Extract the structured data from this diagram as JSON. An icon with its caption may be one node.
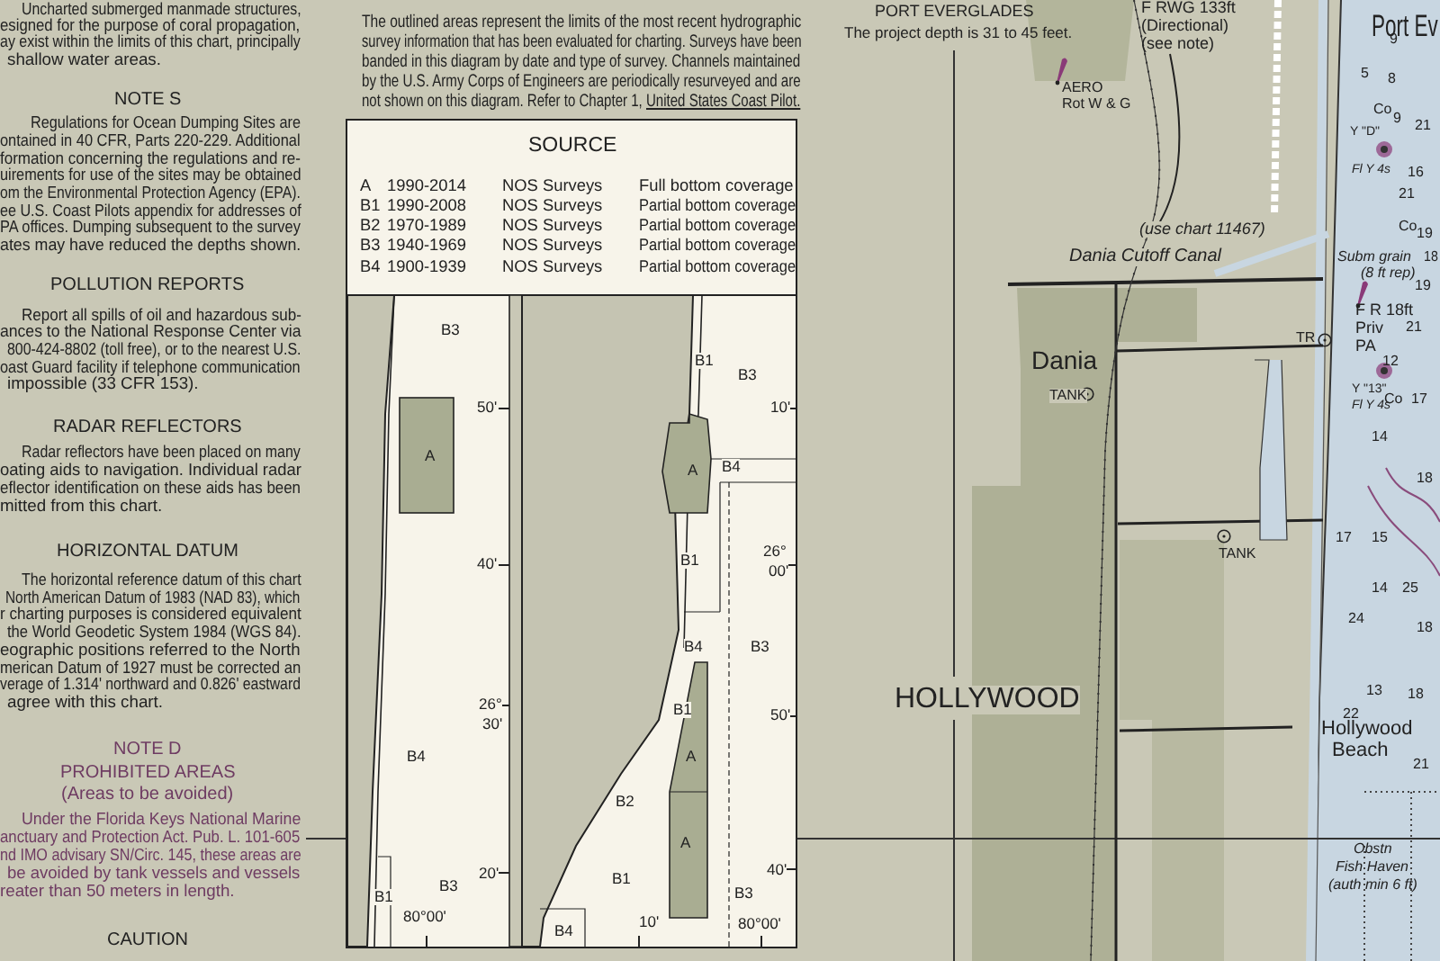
{
  "diagram": {
    "labels": [
      "Uncharted submerged manmade structures,",
      "esigned for the purpose of coral propagation,",
      "ay exist within the limits of this chart, principally",
      "shallow water areas.",
      "NOTE S",
      "Regulations for Ocean Dumping Sites are",
      "ontained in 40 CFR, Parts 220-229.  Additional",
      "formation concerning the regulations and re-",
      "uirements for use of the  sites may be obtained",
      "om the Environmental Protection Agency (EPA).",
      "ee U.S. Coast Pilots appendix for addresses of",
      "PA offices.  Dumping subsequent to the survey",
      "ates may have reduced the depths shown.",
      "POLLUTION REPORTS",
      "Report all spills of oil and hazardous sub-",
      "ances to the National Response Center via",
      "800-424-8802 (toll free), or to the nearest U.S.",
      "oast Guard facility if telephone communication",
      "impossible (33 CFR 153).",
      "RADAR REFLECTORS",
      "Radar reflectors have been placed on many",
      "oating aids to navigation.  Individual radar",
      "eflector identification on these aids has been",
      "mitted from this chart.",
      "HORIZONTAL DATUM",
      "The horizontal reference datum of this chart",
      "North American Datum of 1983 (NAD 83), which",
      "r charting purposes is considered equivalent",
      "the World Geodetic System 1984 (WGS 84).",
      "eographic positions referred to the North",
      "merican Datum of 1927 must be corrected an",
      "verage of 1.314' northward and 0.826' eastward",
      "agree with this chart.",
      "NOTE D",
      "PROHIBITED AREAS",
      "(Areas to be avoided)",
      "Under the Florida Keys National Marine",
      "anctuary and Protection Act. Pub. L. 101-605",
      "nd IMO advisary SN/Circ. 145, these areas are",
      "be avoided by tank vessels and vessels",
      "reater than 50 meters in length.",
      "CAUTION",
      "The outlined areas represent the limits of the most recent hydrographic",
      "survey information that has been evaluated for charting.  Surveys have been",
      "banded in this diagram by date and type of survey.  Channels  maintained",
      "by the U.S. Army Corps of Engineers are periodically resurveyed and are",
      "not shown on this diagram.  Refer to Chapter 1,",
      "United States Coast Pilot.",
      "SOURCE",
      "A",
      "1990-2014",
      "NOS Surveys",
      "Full bottom coverage",
      "B1",
      "1990-2008",
      "NOS Surveys",
      "Partial bottom coverage",
      "B2",
      "1970-1989",
      "NOS Surveys",
      "Partial bottom coverage",
      "B3",
      "1940-1969",
      "NOS Surveys",
      "Partial bottom coverage",
      "B4",
      "1900-1939",
      "NOS Surveys",
      "Partial bottom coverage",
      "B3",
      "A",
      "50'",
      "40'",
      "26°",
      "30'",
      "B4",
      "20'",
      "B3",
      "B1",
      "80°00'",
      "B1",
      "B3",
      "10'",
      "A",
      "B4",
      "B1",
      "26°",
      "00'",
      "B4",
      "B3",
      "B1",
      "50'",
      "A",
      "B2",
      "A",
      "B1",
      "40'",
      "B3",
      "B4",
      "10'",
      "80°00'",
      "PORT EVERGLADES",
      "The project depth is 31 to 45 feet.",
      "F RWG 133ft",
      "(Directional)",
      "(see note)",
      "AERO",
      "Rot W & G",
      "(use chart 11467)",
      "Dania  Cutoff  Canal",
      "Dania",
      "TANK",
      "TR",
      "Port Ev",
      "Subm grain",
      "(8 ft rep)",
      "F R 18ft",
      "Priv",
      "PA",
      "Y \"D\"",
      "Fl Y 4s",
      "Y \"13\"",
      "Fl Y 4s",
      "HOLLYWOOD",
      "TANK",
      "Hollywood",
      "Beach",
      "Obstn",
      "Fish Haven",
      "(auth min 6 ft)",
      "9",
      "5",
      "8",
      "Co",
      "9",
      "21",
      "16",
      "21",
      "Co",
      "19",
      "18",
      "19",
      "21",
      "12",
      "Co",
      "17",
      "14",
      "17",
      "15",
      "14",
      "25",
      "24",
      "18",
      "13",
      "18",
      "22",
      "21",
      "18"
    ]
  }
}
